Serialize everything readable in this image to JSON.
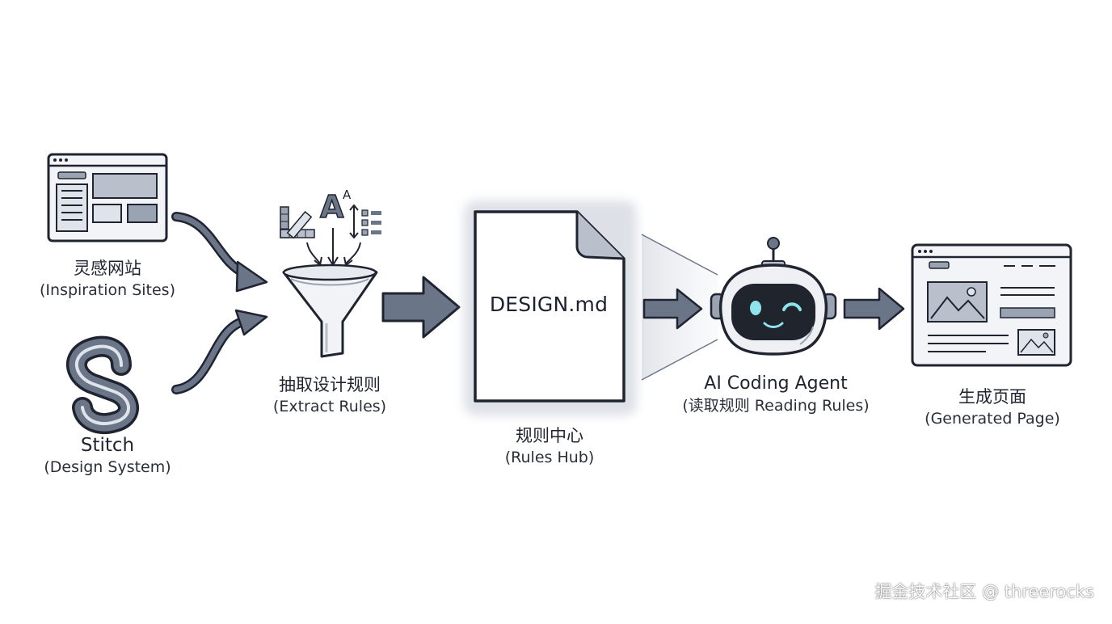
{
  "nodes": {
    "inspiration": {
      "title": "灵感网站",
      "subtitle": "(Inspiration Sites)"
    },
    "stitch": {
      "title": "Stitch",
      "subtitle": "(Design System)"
    },
    "extract": {
      "title": "抽取设计规则",
      "subtitle": "(Extract Rules)"
    },
    "hub": {
      "doc_title": "DESIGN.md",
      "title": "规则中心",
      "subtitle": "(Rules Hub)"
    },
    "agent": {
      "title": "AI Coding Agent",
      "subtitle": "(读取规则 Reading Rules)"
    },
    "output": {
      "title": "生成页面",
      "subtitle": "(Generated Page)"
    }
  },
  "typography_glyph": {
    "big": "A",
    "small": "A"
  },
  "watermark": "掘金技术社区 @ threerocks",
  "colors": {
    "ink": "#1f2430",
    "arrow_fill": "#6b7588",
    "panel_fill": "#b9c0cc",
    "panel_light": "#dfe3ea",
    "robot_face": "#20242c",
    "robot_eye": "#8fe3ec"
  },
  "icons": [
    "browser-window-icon",
    "stitch-logo-icon",
    "color-swatch-icon",
    "font-size-icon",
    "list-icon",
    "funnel-icon",
    "document-icon",
    "robot-icon",
    "generated-page-icon"
  ]
}
